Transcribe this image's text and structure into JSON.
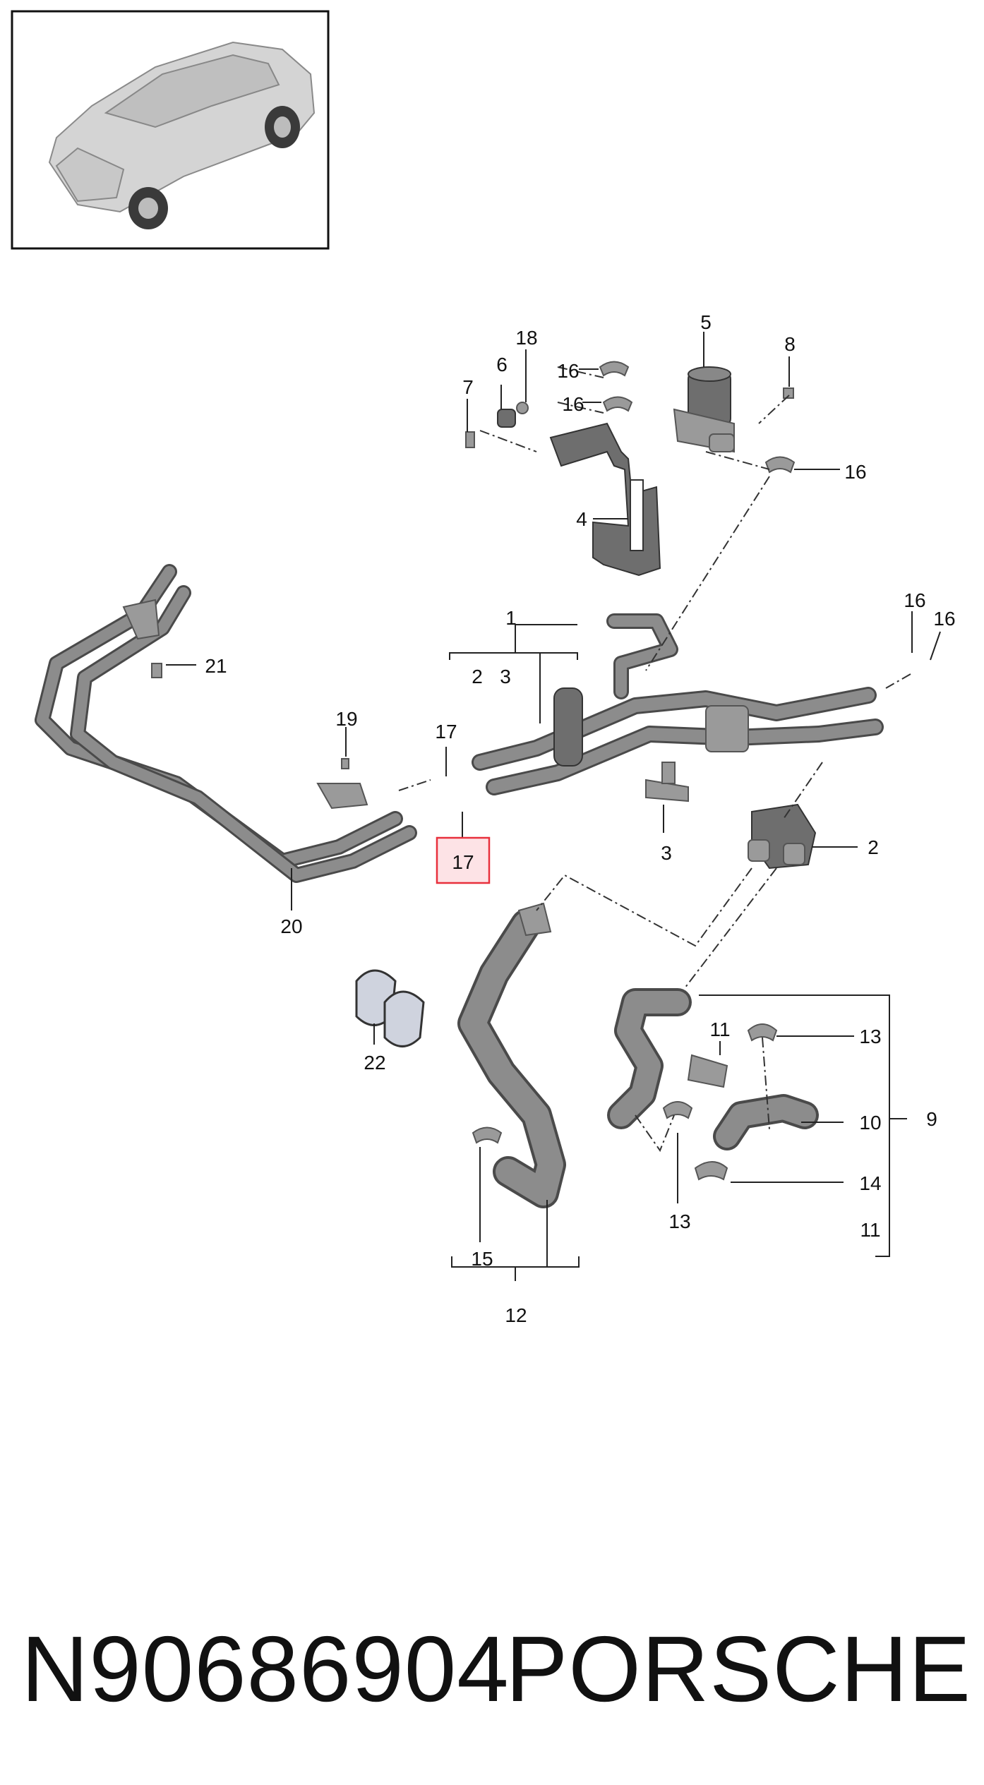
{
  "title_bar": {
    "part_number": "N90686904",
    "brand": "PORSCHE"
  },
  "thumbnail": {
    "icon": "car-thumbnail-icon"
  },
  "callouts": {
    "c1": "1",
    "c1_sub2": "2",
    "c1_sub3": "3",
    "c2": "2",
    "c3": "3",
    "c4": "4",
    "c5": "5",
    "c6": "6",
    "c7": "7",
    "c8": "8",
    "c9": "9",
    "c10": "10",
    "c11a": "11",
    "c11b": "11",
    "c12": "12",
    "c13a": "13",
    "c13b": "13",
    "c14": "14",
    "c15": "15",
    "c16a": "16",
    "c16b": "16",
    "c16c": "16",
    "c16d": "16",
    "c16e": "16",
    "c17a": "17",
    "c17b": "17",
    "c18": "18",
    "c19": "19",
    "c20": "20",
    "c21": "21",
    "c22": "22"
  },
  "highlight": {
    "color": "#e8303c",
    "fill": "#fde3e6",
    "label": "17"
  }
}
